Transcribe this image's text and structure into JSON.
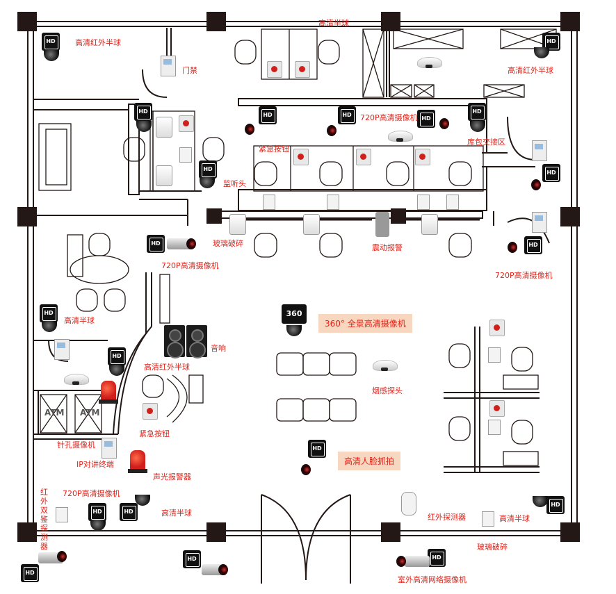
{
  "labels": {
    "hd_ir_dome_top_left": "高清红外半球",
    "access_control": "门禁",
    "hd_dome_top": "高清半球",
    "hd_ir_dome_top_right": "高清红外半球",
    "cam_720p_top": "720P高清摄像机",
    "panic_button_top": "紧急按钮",
    "cash_exchange": "库包交接区",
    "listening_head": "监听头",
    "glass_break_mid": "玻璃破碎",
    "vibration_alarm": "震动报警",
    "cam_720p_left": "720P高清摄像机",
    "cam_720p_right": "720P高清摄像机",
    "hd_dome_left": "高清半球",
    "speaker": "音响",
    "cam_360": "360° 全景高清摄像机",
    "hd_ir_dome_mid": "高清红外半球",
    "smoke_detector": "烟感探头",
    "pinhole_camera": "针孔摄像机",
    "panic_button_bottom": "紧急按钮",
    "ip_intercom": "IP对讲终端",
    "face_capture": "高清人脸抓拍",
    "strobe_siren": "声光报警器",
    "dual_ir_detector": "红外双鉴探测器",
    "cam_720p_bottom": "720P高清摄像机",
    "hd_dome_bottom": "高清半球",
    "ir_detector": "红外探测器",
    "hd_dome_bottom_right": "高清半球",
    "glass_break_bottom": "玻璃破碎",
    "outdoor_network_cam": "室外高清网络摄像机",
    "atm_1": "ATM",
    "atm_2": "ATM",
    "hd": "HD",
    "c360": "360"
  },
  "colors": {
    "label": "#e2231a",
    "highlight_box": "#f7d7bf",
    "wall": "#231815"
  }
}
